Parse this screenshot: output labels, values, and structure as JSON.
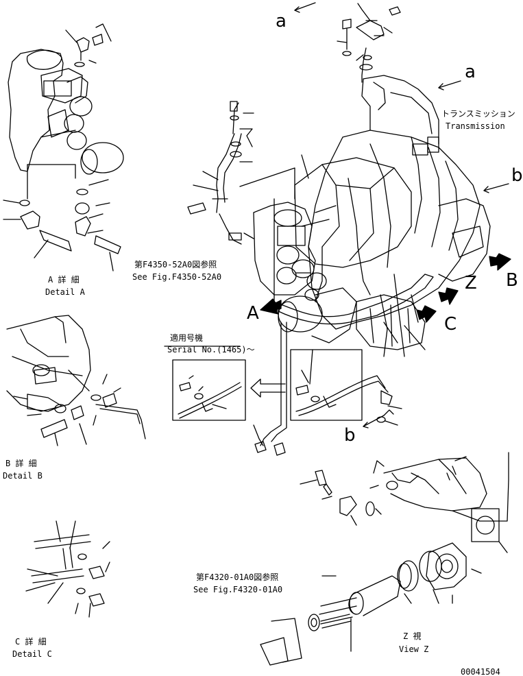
{
  "callouts": {
    "a_top": "a",
    "a_right": "a",
    "b_right": "b",
    "b_bottom": "b",
    "A": "A",
    "B": "B",
    "C": "C",
    "Z": "Z"
  },
  "transmission": {
    "jp": "トランスミッション",
    "en": "Transmission"
  },
  "ref_f4350": {
    "jp": "第F4350-52A0図参照",
    "en": "See Fig.F4350-52A0"
  },
  "serial": {
    "jp": "適用号機",
    "en": "Serial No.(1465)～"
  },
  "ref_f4320": {
    "jp": "第F4320-01A0図参照",
    "en": "See Fig.F4320-01A0"
  },
  "detail_a": {
    "jp": "A 詳 細",
    "en": "Detail A"
  },
  "detail_b": {
    "jp": "B 詳 細",
    "en": "Detail B"
  },
  "detail_c": {
    "jp": "C 詳 細",
    "en": "Detail C"
  },
  "view_z": {
    "jp": "Z 視",
    "en": "View Z"
  },
  "drawing_number": "00041504"
}
